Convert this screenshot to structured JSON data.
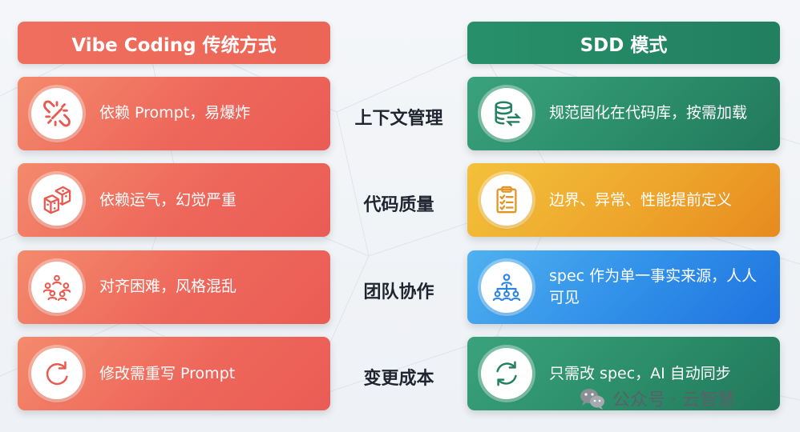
{
  "headers": {
    "left": "Vibe Coding 传统方式",
    "right": "SDD 模式"
  },
  "rows": [
    {
      "label": "上下文管理",
      "left": {
        "text": "依赖 Prompt，易爆炸",
        "icon": "broken-link-icon"
      },
      "right": {
        "text": "规范固化在代码库，按需加载",
        "icon": "database-sync-icon"
      }
    },
    {
      "label": "代码质量",
      "left": {
        "text": "依赖运气，幻觉严重",
        "icon": "dice-icon"
      },
      "right": {
        "text": "边界、异常、性能提前定义",
        "icon": "clipboard-checklist-icon"
      }
    },
    {
      "label": "团队协作",
      "left": {
        "text": "对齐困难，风格混乱",
        "icon": "scattered-people-icon"
      },
      "right": {
        "text": "spec 作为单一事实来源，人人可见",
        "icon": "team-hierarchy-icon"
      }
    },
    {
      "label": "变更成本",
      "left": {
        "text": "修改需重写 Prompt",
        "icon": "redo-icon"
      },
      "right": {
        "text": "只需改 spec，AI 自动同步",
        "icon": "sync-icon"
      }
    }
  ],
  "watermark": {
    "text": "公众号 · 云智慧",
    "icon": "wechat-icon"
  },
  "colors": {
    "red": "#ee675b",
    "green": "#2b8d6a",
    "orange": "#eea62c",
    "blue": "#2f8ee8",
    "label_text": "#1f2430"
  }
}
